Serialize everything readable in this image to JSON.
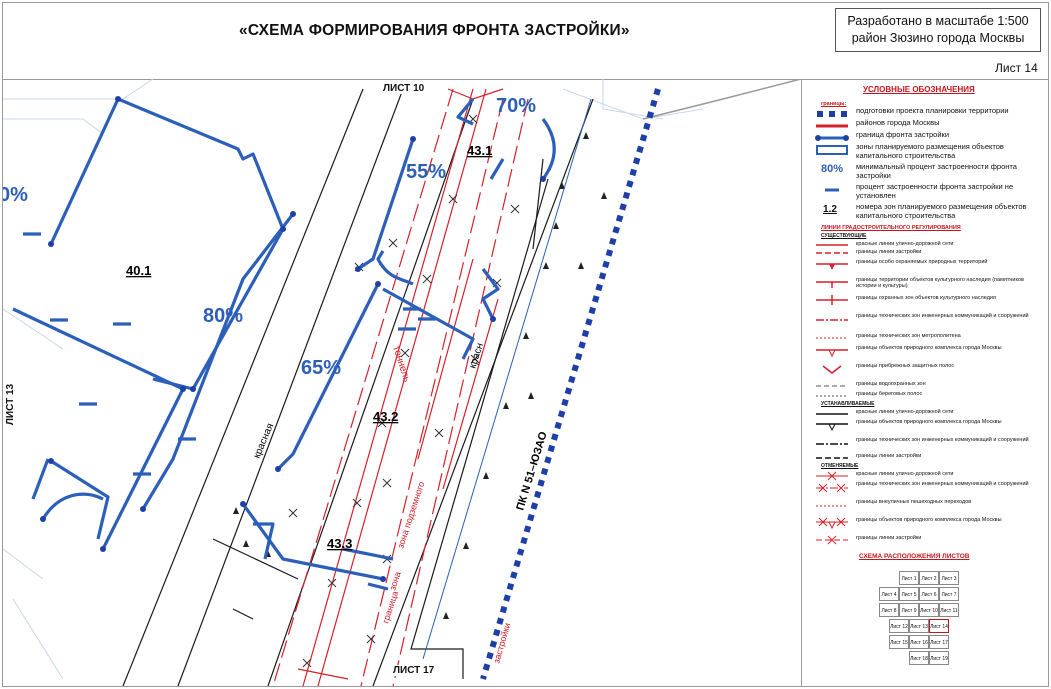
{
  "header": {
    "title": "«СХЕМА ФОРМИРОВАНИЯ ФРОНТА ЗАСТРОЙКИ»",
    "scale_line": "Разработано в масштабе 1:500",
    "district_line": "район Зюзино города Москвы",
    "sheet_label": "Лист 14"
  },
  "map": {
    "top_label": "ЛИСТ 10",
    "bottom_label": "ЛИСТ 17",
    "left_label": "ЛИСТ 13",
    "zones": [
      "40.1",
      "43.1",
      "43.2",
      "43.3"
    ],
    "percents": [
      "55%",
      "70%",
      "80%",
      "65%",
      "0%"
    ],
    "street_texts": [
      "красная",
      "тоннель",
      "ПК N 51–ЮЗАО",
      "красн",
      "застройки",
      "зона подземного",
      "зона",
      "граница"
    ],
    "colors": {
      "front_line": "#2c5fb9",
      "red_line": "#d6202a",
      "boundary": "#1a1a1a",
      "blue_dash": "#1f3fa8"
    }
  },
  "legend": {
    "title": "УСЛОВНЫЕ ОБОЗНАЧЕНИЯ",
    "boundaries_head": "границы:",
    "items": [
      {
        "sym": "blue-squares",
        "text": "подготовки проекта планировки территории"
      },
      {
        "sym": "red-line",
        "text": "районов города Москвы"
      },
      {
        "sym": "blue-dots",
        "text": "граница фронта застройки"
      },
      {
        "sym": "blue-rect",
        "text": "зоны планируемого размещения объектов капитального строительства"
      },
      {
        "sym": "pct",
        "text": "минимальный процент застроенности фронта застройки"
      },
      {
        "sym": "blue-dash",
        "text": "процент застроенности фронта застройки не установлен"
      },
      {
        "sym": "zone-num",
        "text": "номера зон планируемого размещения объектов капитального строительства"
      }
    ],
    "pct_sample": "80%",
    "zone_sample": "1.2",
    "reg_lines_title": "ЛИНИИ ГРАДОСТРОИТЕЛЬНОГО РЕГУЛИРОВАНИЯ",
    "existing_head": "СУЩЕСТВУЮЩИЕ",
    "existing": [
      "красные линии улично-дорожной сети",
      "границы линии застройки",
      "границы особо охраняемых природных территорий",
      "границы территории объектов культурного наследия (памятников истории и культуры)",
      "границы охранных зон объектов культурного наследия",
      "границы технических зон инженерных коммуникаций и сооружений",
      "границы технических зон метрополитена",
      "границы объектов природного комплекса города Москвы",
      "границы прибрежных защитных полос",
      "границы водоохранных зон",
      "границы береговых полос"
    ],
    "established_head": "УСТАНАВЛИВАЕМЫЕ",
    "established": [
      "красные линии улично-дорожной сети",
      "границы объектов природного комплекса города Москвы",
      "границы технических зон инженерных коммуникаций и сооружений",
      "границы линии застройки"
    ],
    "cancelled_head": "ОТМЕНЯЕМЫЕ",
    "cancelled": [
      "красные линии улично-дорожной сети",
      "границы технических зон инженерных коммуникаций и сооружений",
      "границы внеуличных пешеходных переходов",
      "границы объектов природного комплекса города Москвы",
      "границы линии застройки"
    ],
    "key_map_title": "СХЕМА РАСПОЛОЖЕНИЯ ЛИСТОВ",
    "key_map": [
      "Лист 1",
      "Лист 2",
      "Лист 3",
      "Лист 4",
      "Лист 5",
      "Лист 6",
      "Лист 7",
      "Лист 8",
      "Лист 9",
      "Лист 10",
      "Лист 11",
      "Лист 12",
      "Лист 13",
      "Лист 14",
      "Лист 15",
      "Лист 16",
      "Лист 17",
      "Лист 18",
      "Лист 19"
    ]
  }
}
